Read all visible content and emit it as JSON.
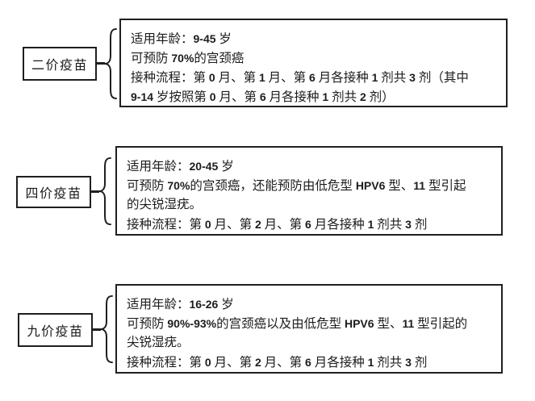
{
  "colors": {
    "background": "#ffffff",
    "border": "#1f1f1f",
    "text": "#1c1c1c"
  },
  "sections": [
    {
      "label": "二价疫苗",
      "lines": [
        "适用年龄：9-45 岁",
        "可预防 70%的宫颈癌",
        "接种流程：第 0 月、第 1 月、第 6 月各接种 1 剂共 3 剂（其中",
        "9-14 岁按照第 0 月、第 6 月各接种 1 剂共 2 剂）"
      ]
    },
    {
      "label": "四价疫苗",
      "lines": [
        "适用年龄：20-45 岁",
        "可预防 70%的宫颈癌，还能预防由低危型 HPV6 型、11 型引起",
        "的尖锐湿疣。",
        "接种流程：第 0 月、第 2 月、第 6 月各接种 1 剂共 3 剂"
      ]
    },
    {
      "label": "九价疫苗",
      "lines": [
        "适用年龄：16-26 岁",
        "可预防 90%-93%的宫颈癌以及由低危型 HPV6 型、11 型引起的",
        "尖锐湿疣。",
        "接种流程：第 0 月、第 2 月、第 6 月各接种 1 剂共 3 剂"
      ]
    }
  ]
}
